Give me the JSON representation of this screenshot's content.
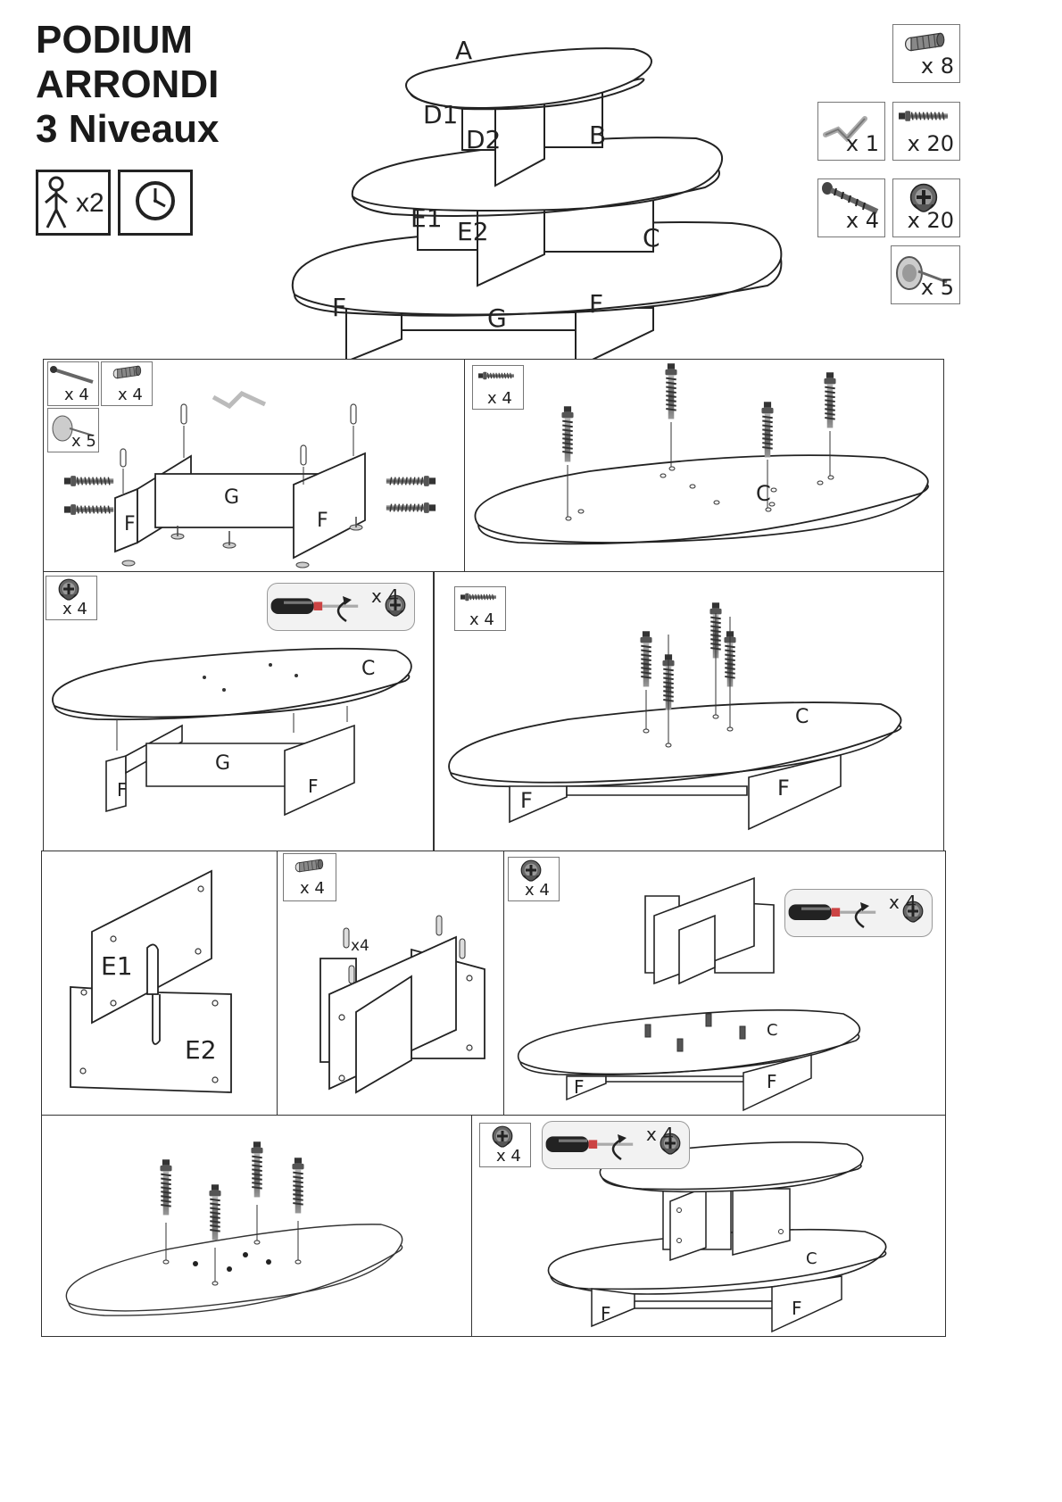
{
  "title": {
    "line1": "PODIUM",
    "line2": "ARRONDI",
    "line3": "3 Niveaux"
  },
  "pictograms": {
    "persons_count": "x2",
    "person_icon": "person-icon",
    "time_icon": "clock-icon"
  },
  "overview_labels": {
    "A": "A",
    "B": "B",
    "C": "C",
    "D1": "D1",
    "D2": "D2",
    "E1": "E1",
    "E2": "E2",
    "F_left": "F",
    "F_right": "F",
    "G": "G"
  },
  "hardware": [
    {
      "icon": "dowel-icon",
      "count": "x 8"
    },
    {
      "icon": "allen-key-icon",
      "count": "x 1"
    },
    {
      "icon": "cam-bolt-icon",
      "count": "x 20"
    },
    {
      "icon": "wood-screw-icon",
      "count": "x 4"
    },
    {
      "icon": "cam-lock-icon",
      "count": "x 20"
    },
    {
      "icon": "glide-nail-icon",
      "count": "x 5"
    }
  ],
  "steps": {
    "s1": {
      "screws": "x 4",
      "dowels": "x 4",
      "glides": "x 5",
      "G": "G",
      "F1": "F",
      "F2": "F"
    },
    "s2": {
      "bolts": "x 4",
      "C": "C"
    },
    "s3": {
      "camlock": "x 4",
      "tool_count": "x 4",
      "C": "C",
      "G": "G",
      "F1": "F",
      "F2": "F"
    },
    "s4": {
      "bolts": "x 4",
      "C": "C",
      "F1": "F",
      "F2": "F"
    },
    "s5": {
      "E1": "E1",
      "E2": "E2"
    },
    "s6": {
      "dowels": "x 4",
      "inline": "x4"
    },
    "s7": {
      "camlock": "x 4",
      "tool_count": "x 4",
      "C": "C",
      "F1": "F",
      "F2": "F"
    },
    "s9": {
      "camlock": "x 4",
      "tool_count": "x 4",
      "C": "C",
      "F1": "F",
      "F2": "F"
    }
  }
}
